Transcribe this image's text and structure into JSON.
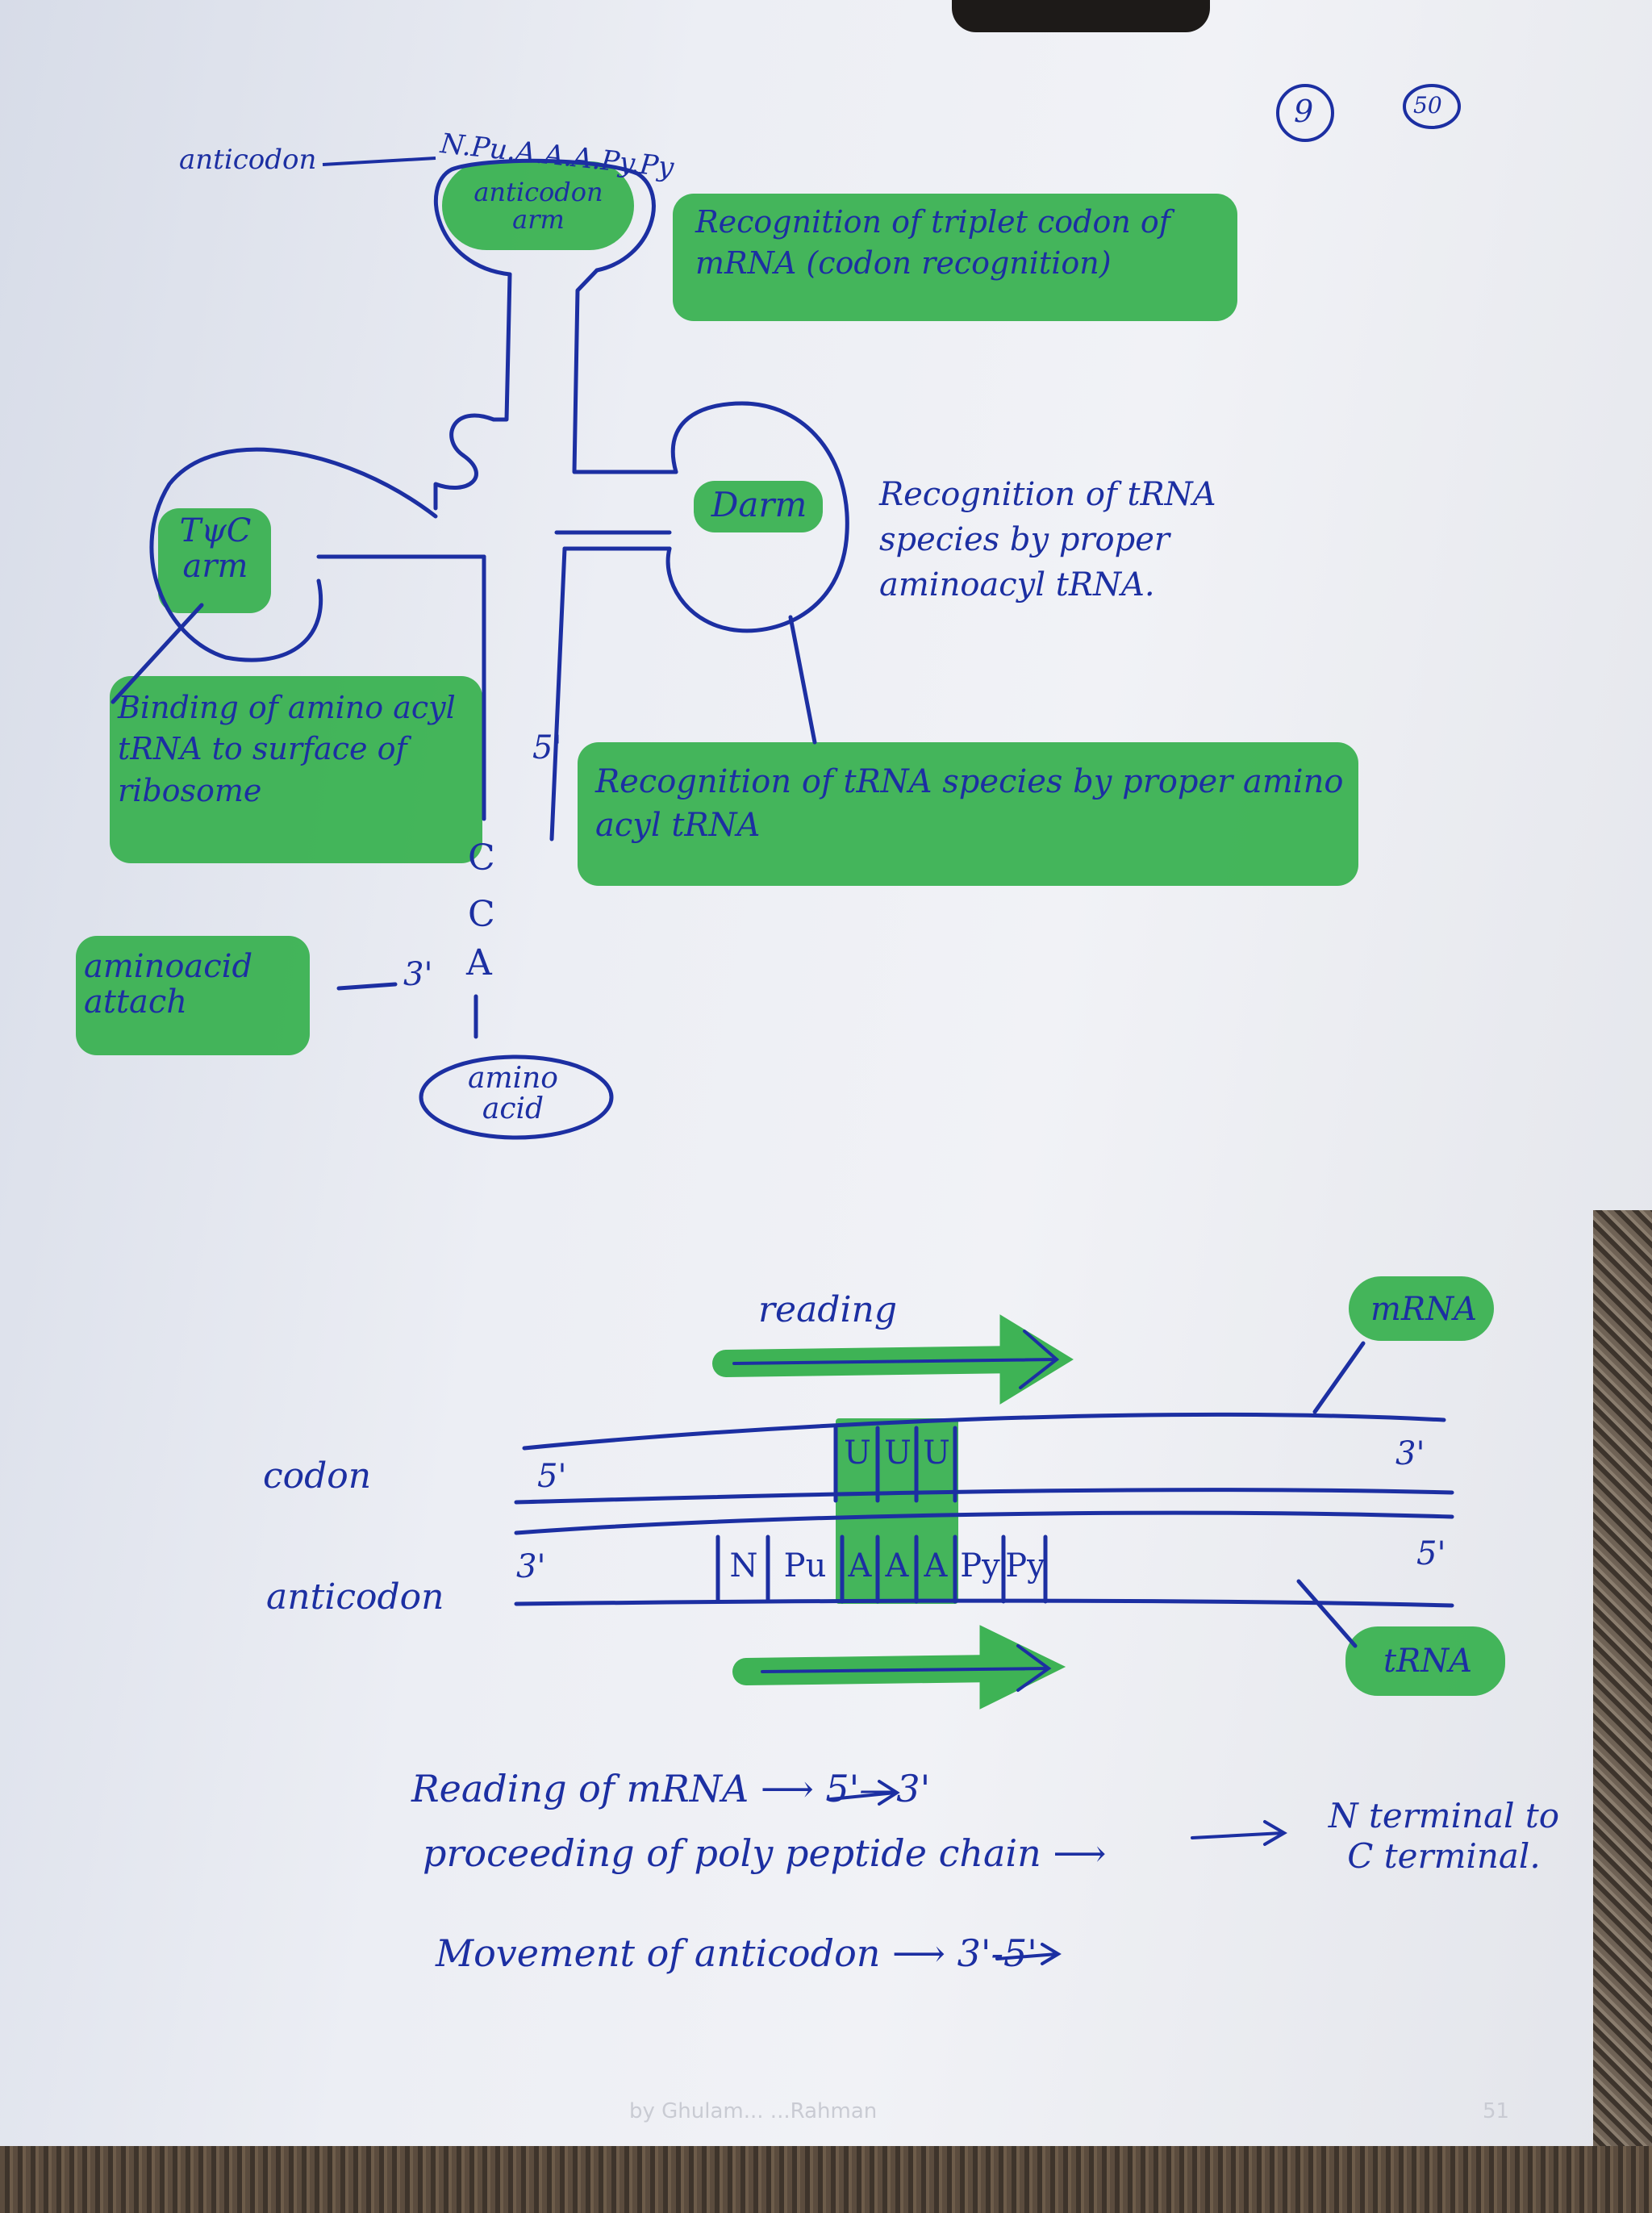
{
  "page_numbers": {
    "left": "9",
    "right": "50"
  },
  "trna": {
    "anticodon_label": "anticodon",
    "anticodon_sequence": "N.Pu.A.A.A.Py.Py",
    "anticodon_arm_label": "anticodon arm",
    "anticodon_note": "Recognition of triplet codon of mRNA (codon recognition)",
    "d_arm_label": "Darm",
    "d_arm_note": "Recognition of tRNA species by proper aminoacyl tRNA.",
    "tpc_arm_label": "TψC arm",
    "tpc_note": "Binding of amino acyl tRNA to surface of ribosome",
    "five_prime": "5'",
    "acceptor_bases": [
      "C",
      "C",
      "A"
    ],
    "three_prime": "3'",
    "acceptor_note": "Recognition of tRNA species by proper amino acyl tRNA",
    "amino_attach_label": "aminoacid attach",
    "amino_acid_label": "amino acid"
  },
  "pairing": {
    "reading_label": "reading",
    "mrna_label": "mRNA",
    "trna_label": "tRNA",
    "codon_label": "codon",
    "anticodon_label": "anticodon",
    "codon_5": "5'",
    "codon_3": "3'",
    "anticodon_3": "3'",
    "anticodon_5": "5'",
    "codon_bases": [
      "U",
      "U",
      "U"
    ],
    "anticodon_bases": [
      "N",
      "Pu",
      "A",
      "A",
      "A",
      "Py",
      "Py"
    ]
  },
  "notes": {
    "line1": "Reading of mRNA ⟶ 5'—3'",
    "line2": "proceeding of poly peptide chain ⟶",
    "line2_result": "N terminal to C terminal.",
    "line3": "Movement of anticodon ⟶ 3'-5'"
  },
  "footer": {
    "watermark": "by Ghulam... ...Rahman",
    "slide_number": "51"
  },
  "colors": {
    "ink": "#1c2fa2",
    "highlight": "#35b04d"
  }
}
